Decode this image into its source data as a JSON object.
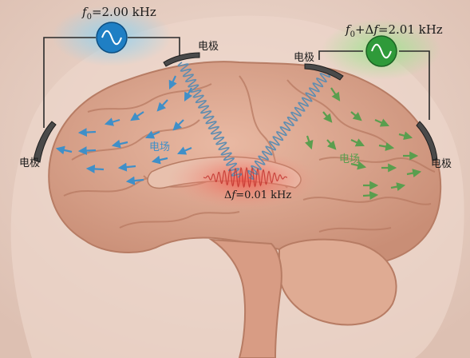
{
  "sources": {
    "left": {
      "f_symbol": "f",
      "f_sub": "0",
      "value": "=2.00 kHz"
    },
    "right": {
      "f_symbol": "f",
      "f_sub": "0",
      "plus": "+Δ",
      "df_symbol": "f",
      "value": "=2.01 kHz"
    }
  },
  "electrodes": {
    "top_left": "电极",
    "left": "电极",
    "top_right": "电极",
    "right": "电极"
  },
  "fields": {
    "left": "电场",
    "right": "电场"
  },
  "beat": {
    "delta": "Δ",
    "f_symbol": "f",
    "value": "=0.01 kHz"
  },
  "colors": {
    "blue_source": "#1f7fc4",
    "green_source": "#2f9a3a",
    "blue_arrow": "#3f8fc8",
    "green_arrow": "#5a9e4e",
    "coil": "#5f8db0",
    "wire": "#2a2a2a",
    "brain": "#dca68e",
    "focus_glow": "#e2483a"
  },
  "icons": {
    "left_source": "sine-wave-icon",
    "right_source": "sine-wave-icon"
  }
}
